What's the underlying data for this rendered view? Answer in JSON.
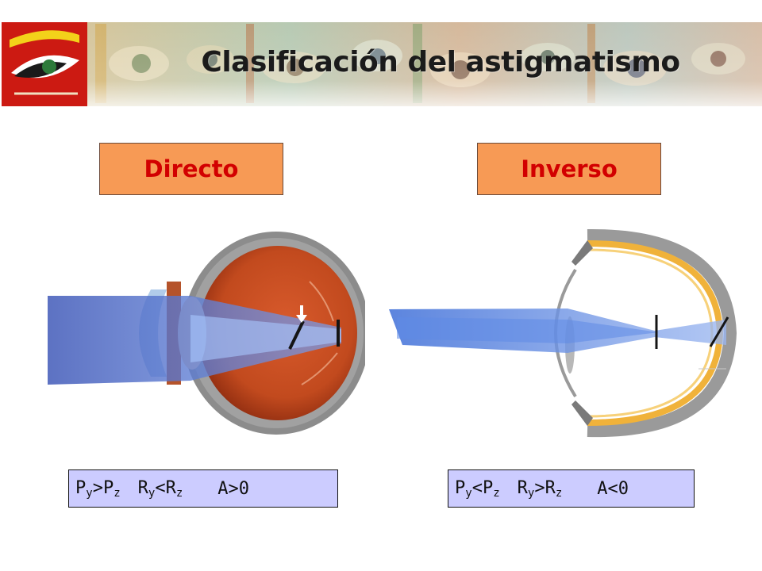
{
  "title": "Clasificación del astigmatismo",
  "types": {
    "direct": {
      "label": "Directo",
      "formula": {
        "t1_base": "P",
        "t1_sub": "y",
        "t1_op": ">",
        "t1b_base": "P",
        "t1b_sub": "z",
        "t2_base": "R",
        "t2_sub": "y",
        "t2_op": "<",
        "t2b_base": "R",
        "t2b_sub": "z",
        "t3": "A>0"
      }
    },
    "inverse": {
      "label": "Inverso",
      "formula": {
        "t1_base": "P",
        "t1_sub": "y",
        "t1_op": "<",
        "t1b_base": "P",
        "t1b_sub": "z",
        "t2_base": "R",
        "t2_sub": "y",
        "t2_op": ">",
        "t2b_base": "R",
        "t2b_sub": "z",
        "t3": "A<0"
      }
    }
  },
  "colors": {
    "tag_fill": "#f79a55",
    "tag_text": "#d20000",
    "formula_fill": "#ccccff",
    "beam": "#4a72d8"
  },
  "icons": {
    "logo": "eye-logo-icon",
    "left_eye": "eye-cross-section-illustration",
    "right_eye": "eye-schematic-diagram"
  }
}
